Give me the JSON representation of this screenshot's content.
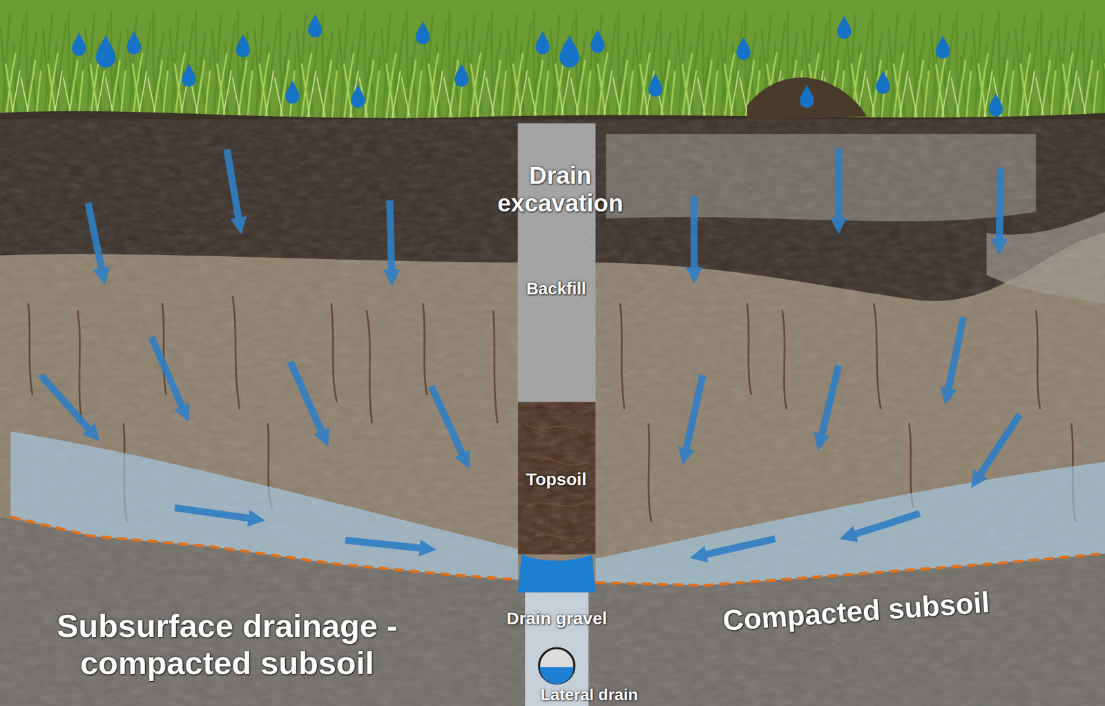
{
  "diagram": {
    "title": "Subsurface drainage - compacted subsoil",
    "labels": [
      "Drain excavation",
      "Backfill",
      "Topsoil",
      "Drain gravel",
      "Lateral drain",
      "Compacted subsoil"
    ]
  }
}
